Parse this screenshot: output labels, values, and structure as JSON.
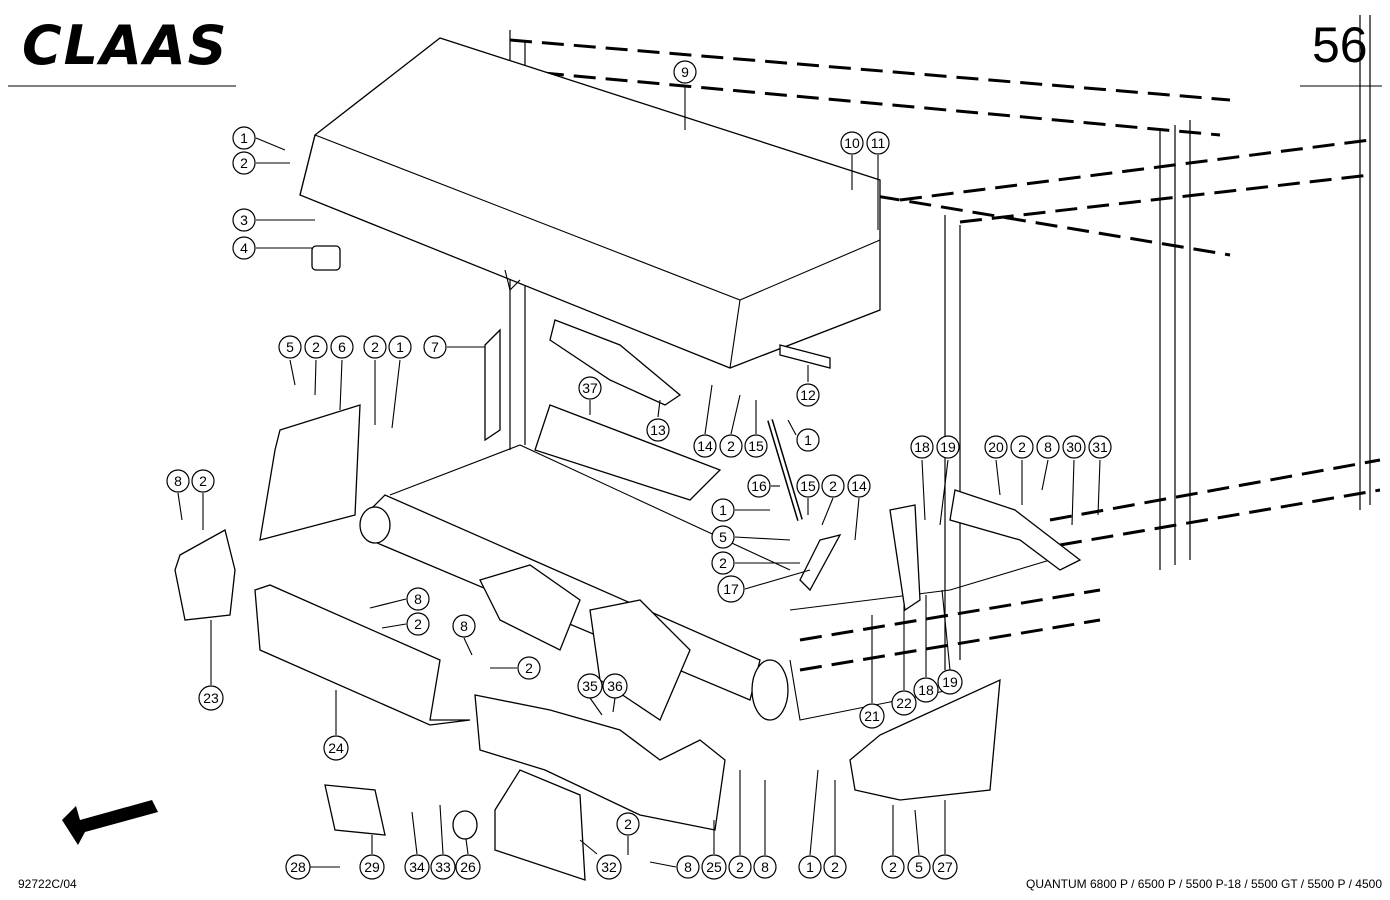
{
  "header": {
    "brand": "CLAAS",
    "page_number": "56"
  },
  "footer": {
    "drawing_code": "92722C/04",
    "models": "QUANTUM 6800 P / 6500 P / 5500 P-18 / 5500 GT / 5500 P / 4500"
  },
  "callouts": [
    "1",
    "2",
    "3",
    "4",
    "5",
    "6",
    "7",
    "8",
    "9",
    "10",
    "11",
    "12",
    "13",
    "14",
    "15",
    "16",
    "17",
    "18",
    "19",
    "20",
    "21",
    "22",
    "23",
    "24",
    "25",
    "26",
    "27",
    "28",
    "29",
    "30",
    "31",
    "32",
    "33",
    "34",
    "35",
    "36",
    "37"
  ],
  "icons": {
    "direction": "arrow-left-down-icon"
  }
}
